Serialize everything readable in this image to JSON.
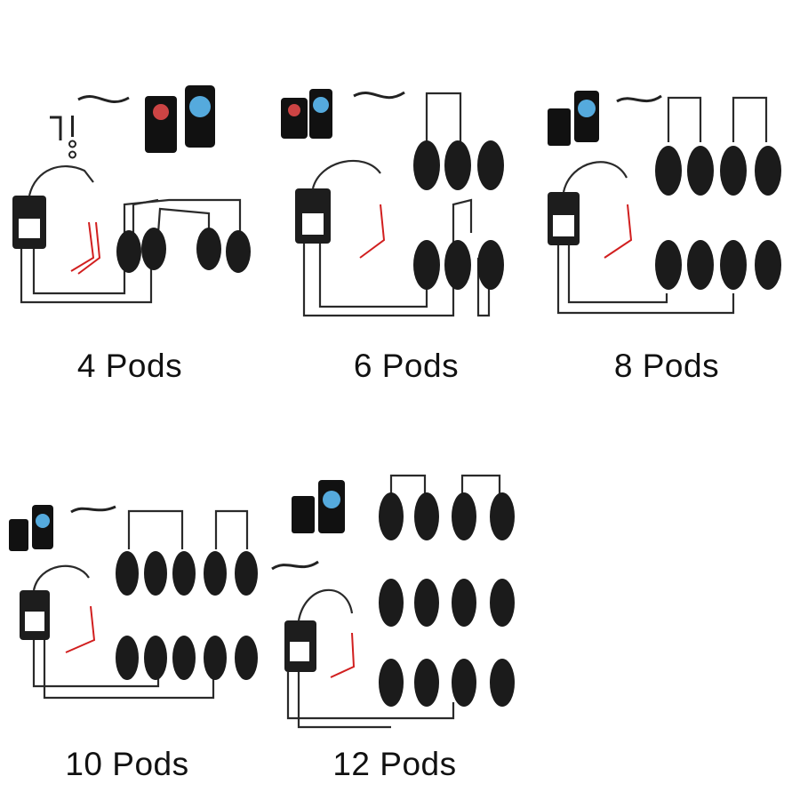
{
  "kits": [
    {
      "label": "4 Pods",
      "pods": 4
    },
    {
      "label": "6 Pods",
      "pods": 6
    },
    {
      "label": "8 Pods",
      "pods": 8
    },
    {
      "label": "10 Pods",
      "pods": 10
    },
    {
      "label": "12 Pods",
      "pods": 12
    }
  ],
  "colors": {
    "pod_body": "#1b1b1b",
    "wire": "#2a2a2a",
    "red_wire": "#d11f1f",
    "text": "#111111"
  },
  "icons": [
    "controller-box-icon",
    "remote-icon",
    "phone-app-icon",
    "screw-set-icon",
    "hex-key-icon",
    "extension-cable-icon",
    "rock-light-pod-icon"
  ]
}
